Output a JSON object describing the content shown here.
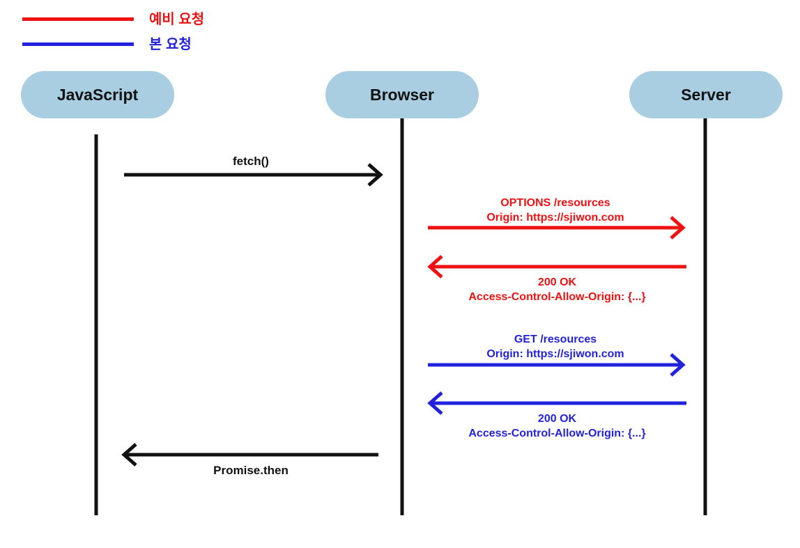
{
  "legend": {
    "items": [
      {
        "id": "preflight",
        "label": "예비 요청",
        "color": "#ee1111"
      },
      {
        "id": "main",
        "label": "본 요청",
        "color": "#2222dd"
      }
    ]
  },
  "actors": [
    {
      "id": "javascript",
      "label": "JavaScript"
    },
    {
      "id": "browser",
      "label": "Browser"
    },
    {
      "id": "server",
      "label": "Server"
    }
  ],
  "messages": {
    "fetch": {
      "label": "fetch()",
      "from": "JavaScript",
      "to": "Browser",
      "color": "#111111"
    },
    "preflight_request": {
      "line1": "OPTIONS /resources",
      "line2": "Origin: https://sjiwon.com",
      "from": "Browser",
      "to": "Server",
      "color": "#ee1111"
    },
    "preflight_response": {
      "line1": "200 OK",
      "line2": "Access-Control-Allow-Origin: {...}",
      "from": "Server",
      "to": "Browser",
      "color": "#ee1111"
    },
    "main_request": {
      "line1": "GET /resources",
      "line2": "Origin: https://sjiwon.com",
      "from": "Browser",
      "to": "Server",
      "color": "#2222dd"
    },
    "main_response": {
      "line1": "200 OK",
      "line2": "Access-Control-Allow-Origin: {...}",
      "from": "Server",
      "to": "Browser",
      "color": "#2222dd"
    },
    "promise": {
      "label": "Promise.then",
      "from": "Browser",
      "to": "JavaScript",
      "color": "#111111"
    }
  },
  "colors": {
    "preflight_red": "#ee1111",
    "main_blue": "#2222dd",
    "actor_fill": "#a9cee2",
    "line_black": "#111111",
    "background": "#ffffff"
  }
}
